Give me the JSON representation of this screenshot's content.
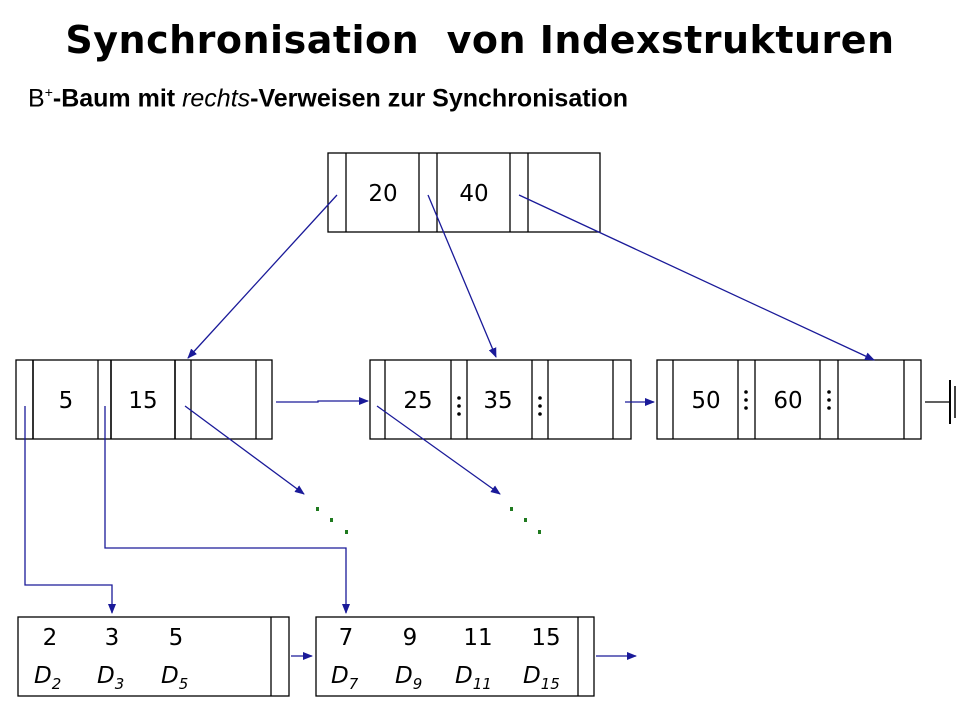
{
  "title": "Synchronisation  von Indexstrukturen",
  "subtitle": {
    "b_prefix": "B",
    "sup": "+",
    "part1": "-Baum mit ",
    "italic": "rechts",
    "part2": "-Verweisen zur Synchronisation"
  },
  "colors": {
    "arrow": "#1a1a99",
    "continuation_dots": "#1f7a1f",
    "lines": "#000000"
  },
  "root_keys": [
    "20",
    "40"
  ],
  "inner_nodes": [
    {
      "keys": [
        "5",
        "15"
      ]
    },
    {
      "keys": [
        "25",
        "35"
      ]
    },
    {
      "keys": [
        "50",
        "60"
      ]
    }
  ],
  "leaf_nodes": [
    {
      "entries": [
        {
          "key": "2",
          "data": "D",
          "sub": "2"
        },
        {
          "key": "3",
          "data": "D",
          "sub": "3"
        },
        {
          "key": "5",
          "data": "D",
          "sub": "5"
        }
      ]
    },
    {
      "entries": [
        {
          "key": "7",
          "data": "D",
          "sub": "7"
        },
        {
          "key": "9",
          "data": "D",
          "sub": "9"
        },
        {
          "key": "11",
          "data": "D",
          "sub": "11"
        },
        {
          "key": "15",
          "data": "D",
          "sub": "15"
        }
      ]
    }
  ]
}
